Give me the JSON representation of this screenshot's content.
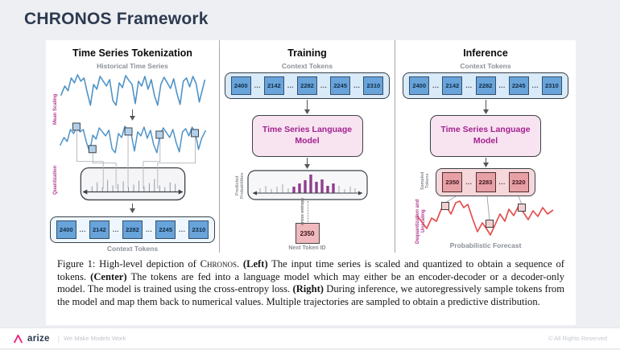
{
  "slide": {
    "title": "CHRONOS Framework"
  },
  "figure": {
    "ellipsis": "...",
    "context_tokens": [
      "2400",
      "2142",
      "2282",
      "2245",
      "2310"
    ],
    "panels": {
      "tokenization": {
        "title": "Time Series Tokenization",
        "historical_series_label": "Historical Time Series",
        "mean_scaling_label": "Mean Scaling",
        "quantization_label": "Quantization",
        "context_tokens_label": "Context Tokens"
      },
      "training": {
        "title": "Training",
        "context_tokens_label": "Context Tokens",
        "model_label": "Time Series Language Model",
        "predicted_probabilities_label": "Predicted Probabilities",
        "cross_entropy_label": "cross entropy",
        "next_token_value": "2350",
        "next_token_id_label": "Next Token ID"
      },
      "inference": {
        "title": "Inference",
        "context_tokens_label": "Context Tokens",
        "model_label": "Time Series Language Model",
        "sampled_tokens_label": "Sampled Tokens",
        "sampled_tokens": [
          "2350",
          "2283",
          "2320"
        ],
        "dequantization_label": "Dequantization and Unscaling",
        "probabilistic_forecast_label": "Probabilistic Forecast"
      }
    },
    "caption": {
      "segments": [
        {
          "text": "Figure 1: High-level depiction of ",
          "style": "normal"
        },
        {
          "text": "Chronos",
          "style": "small-caps"
        },
        {
          "text": ". ",
          "style": "normal"
        },
        {
          "text": "(Left)",
          "style": "bold"
        },
        {
          "text": " The input time series is scaled and quantized to obtain a sequence of tokens. ",
          "style": "normal"
        },
        {
          "text": "(Center)",
          "style": "bold"
        },
        {
          "text": " The tokens are fed into a language model which may either be an encoder-decoder or a decoder-only model. The model is trained using the cross-entropy loss. ",
          "style": "normal"
        },
        {
          "text": "(Right)",
          "style": "bold"
        },
        {
          "text": " During inference, we autoregressively sample tokens from the model and map them back to numerical values. Multiple trajectories are sampled to obtain a predictive distribution.",
          "style": "normal"
        }
      ]
    }
  },
  "footer": {
    "brand": "arize",
    "separator": "|",
    "tagline": "We Make Models Work",
    "copyright": "© All Rights Reserved"
  },
  "colors": {
    "accent_pink": "#ec1e79",
    "title_navy": "#2d3a50",
    "series_blue": "#4e93c8",
    "token_blue": "#68a3da",
    "model_magenta": "#a2238e",
    "label_magenta": "#b23a92",
    "histogram_purple": "#8d3f8d",
    "forecast_red": "#e4504f",
    "sampled_token_pink": "#e7a0a6"
  }
}
